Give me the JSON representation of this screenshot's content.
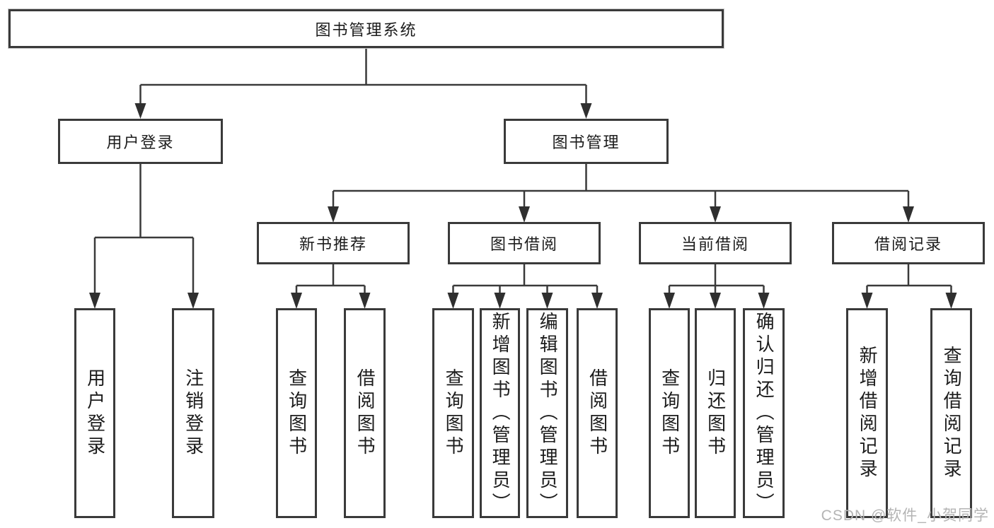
{
  "diagram": {
    "title": "图书管理系统",
    "colors": {
      "line": "#3a3a3a",
      "box_border": "#3a3a3a",
      "box_fill": "#ffffff",
      "text": "#1c1c1c",
      "watermark": "#b4b4b4"
    },
    "tree": {
      "root": {
        "label": "图书管理系统"
      },
      "level2": [
        {
          "label": "用户登录"
        },
        {
          "label": "图书管理"
        }
      ],
      "level3": [
        {
          "label": "新书推荐",
          "parent": "图书管理"
        },
        {
          "label": "图书借阅",
          "parent": "图书管理"
        },
        {
          "label": "当前借阅",
          "parent": "图书管理"
        },
        {
          "label": "借阅记录",
          "parent": "图书管理"
        }
      ],
      "leafGroups": [
        {
          "parent": "用户登录",
          "items": [
            "用户登录",
            "注销登录"
          ]
        },
        {
          "parent": "新书推荐",
          "items": [
            "查询图书",
            "借阅图书"
          ]
        },
        {
          "parent": "图书借阅",
          "items": [
            "查询图书",
            "新增图书（管理员）",
            "编辑图书（管理员）",
            "借阅图书"
          ]
        },
        {
          "parent": "当前借阅",
          "items": [
            "查询图书",
            "归还图书",
            "确认归还（管理员）"
          ]
        },
        {
          "parent": "借阅记录",
          "items": [
            "新增借阅记录",
            "查询借阅记录"
          ]
        }
      ]
    }
  },
  "watermark": {
    "text": "CSDN @软件_小贺同学"
  }
}
